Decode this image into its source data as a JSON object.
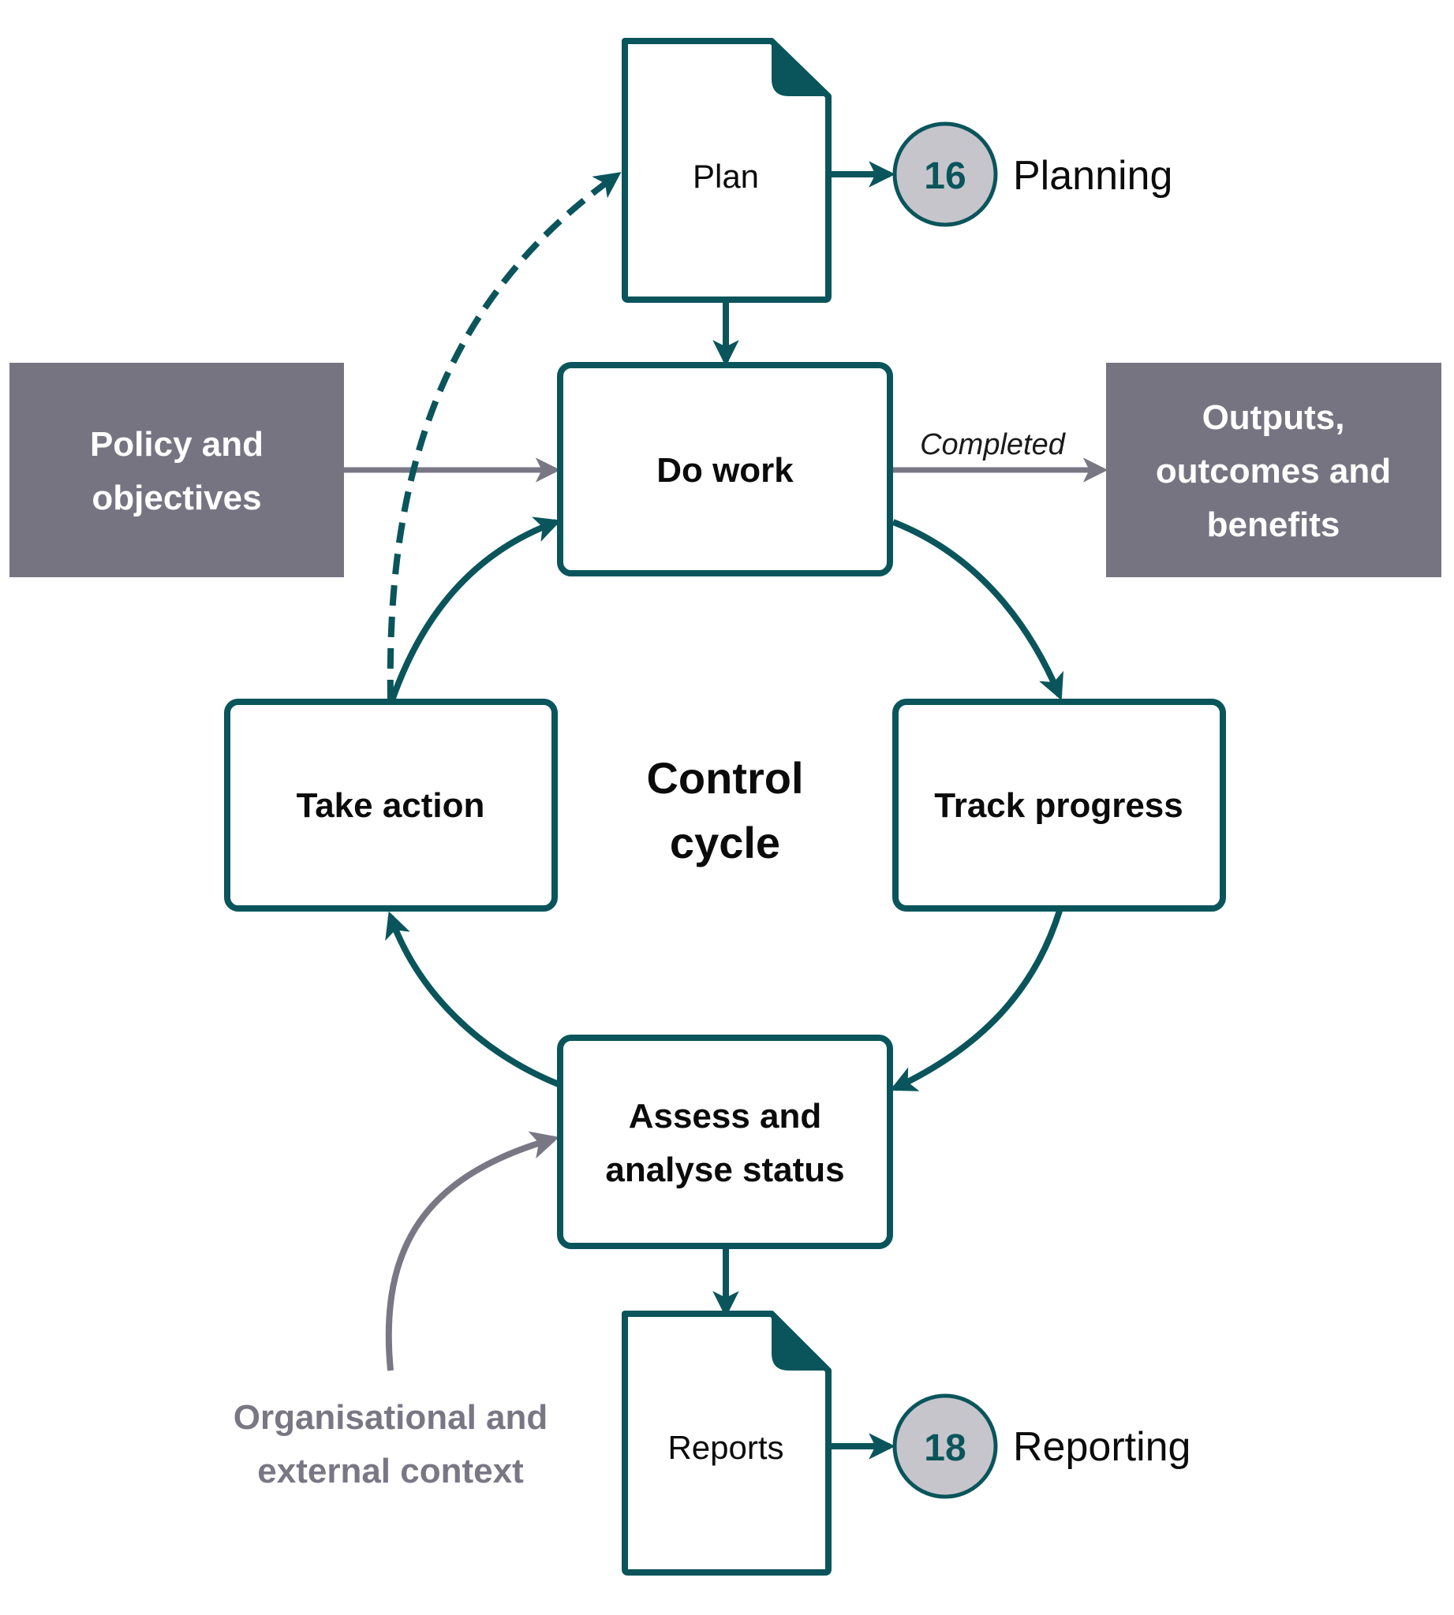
{
  "colors": {
    "teal": "#0a555b",
    "grey_box": "#777482",
    "grey_arrow": "#7a7785",
    "circle_fill": "#c6c5cb"
  },
  "documents": {
    "plan": "Plan",
    "reports": "Reports"
  },
  "steps": {
    "do_work": "Do work",
    "track_progress": "Track progress",
    "assess_line1": "Assess and",
    "assess_line2": "analyse status",
    "take_action": "Take action"
  },
  "center": {
    "line1": "Control",
    "line2": "cycle"
  },
  "inputs": {
    "policy_line1": "Policy and",
    "policy_line2": "objectives",
    "context_line1": "Organisational and",
    "context_line2": "external context"
  },
  "outputs": {
    "line1": "Outputs,",
    "line2": "outcomes and",
    "line3": "benefits",
    "arrow_label": "Completed"
  },
  "references": {
    "planning": {
      "number": "16",
      "label": "Planning"
    },
    "reporting": {
      "number": "18",
      "label": "Reporting"
    }
  }
}
